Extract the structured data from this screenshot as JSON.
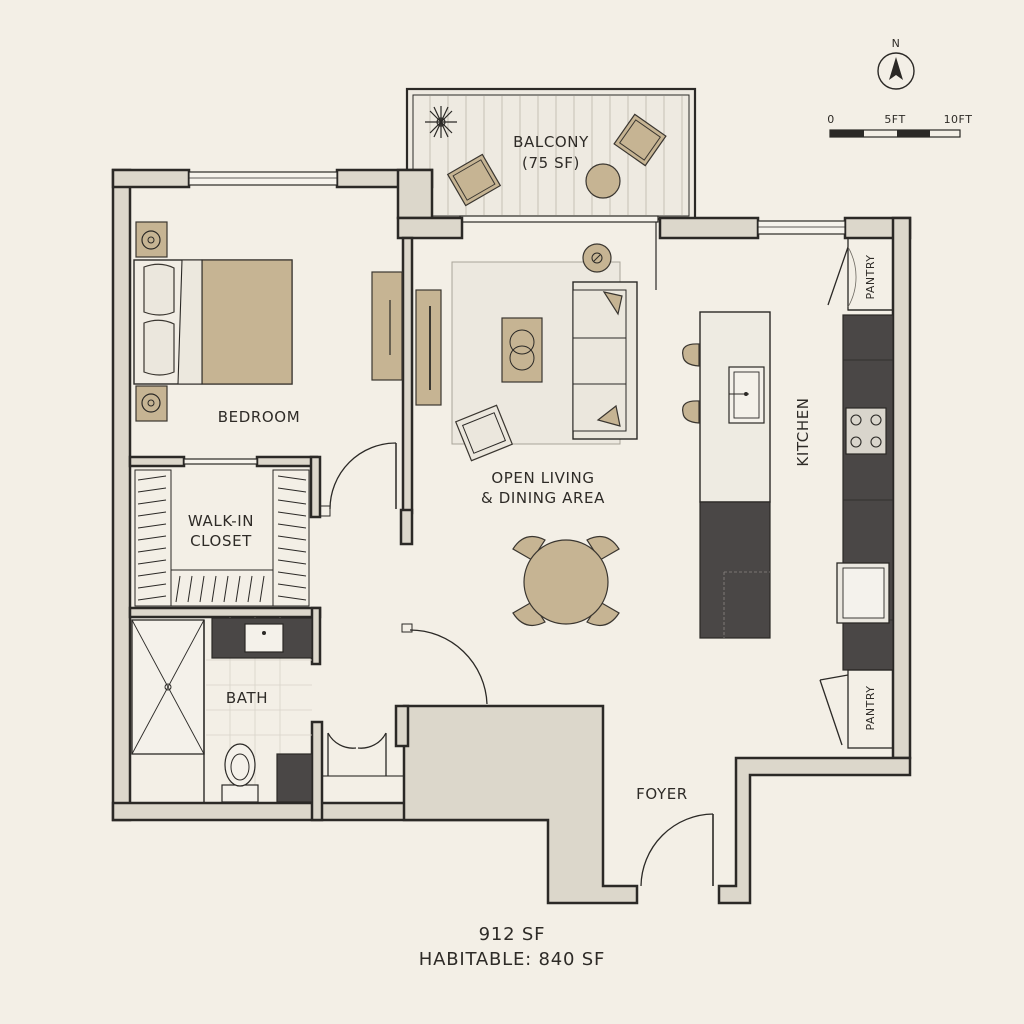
{
  "rooms": {
    "balcony": "BALCONY",
    "balcony_area": "(75 SF)",
    "bedroom": "BEDROOM",
    "closet_line1": "WALK-IN",
    "closet_line2": "CLOSET",
    "bath": "BATH",
    "living_line1": "OPEN LIVING",
    "living_line2": "& DINING AREA",
    "kitchen": "KITCHEN",
    "pantry_top": "PANTRY",
    "pantry_bottom": "PANTRY",
    "foyer": "FOYER"
  },
  "compass": {
    "label": "N"
  },
  "scale_bar": {
    "ticks": [
      "0",
      "5FT",
      "10FT"
    ]
  },
  "totals": {
    "gross": "912 SF",
    "habitable": "HABITABLE: 840 SF"
  },
  "colors": {
    "background": "#f3efe6",
    "wall_fill": "#dcd7cb",
    "accent_tan": "#c6b493",
    "dark_finish": "#4a4746"
  }
}
